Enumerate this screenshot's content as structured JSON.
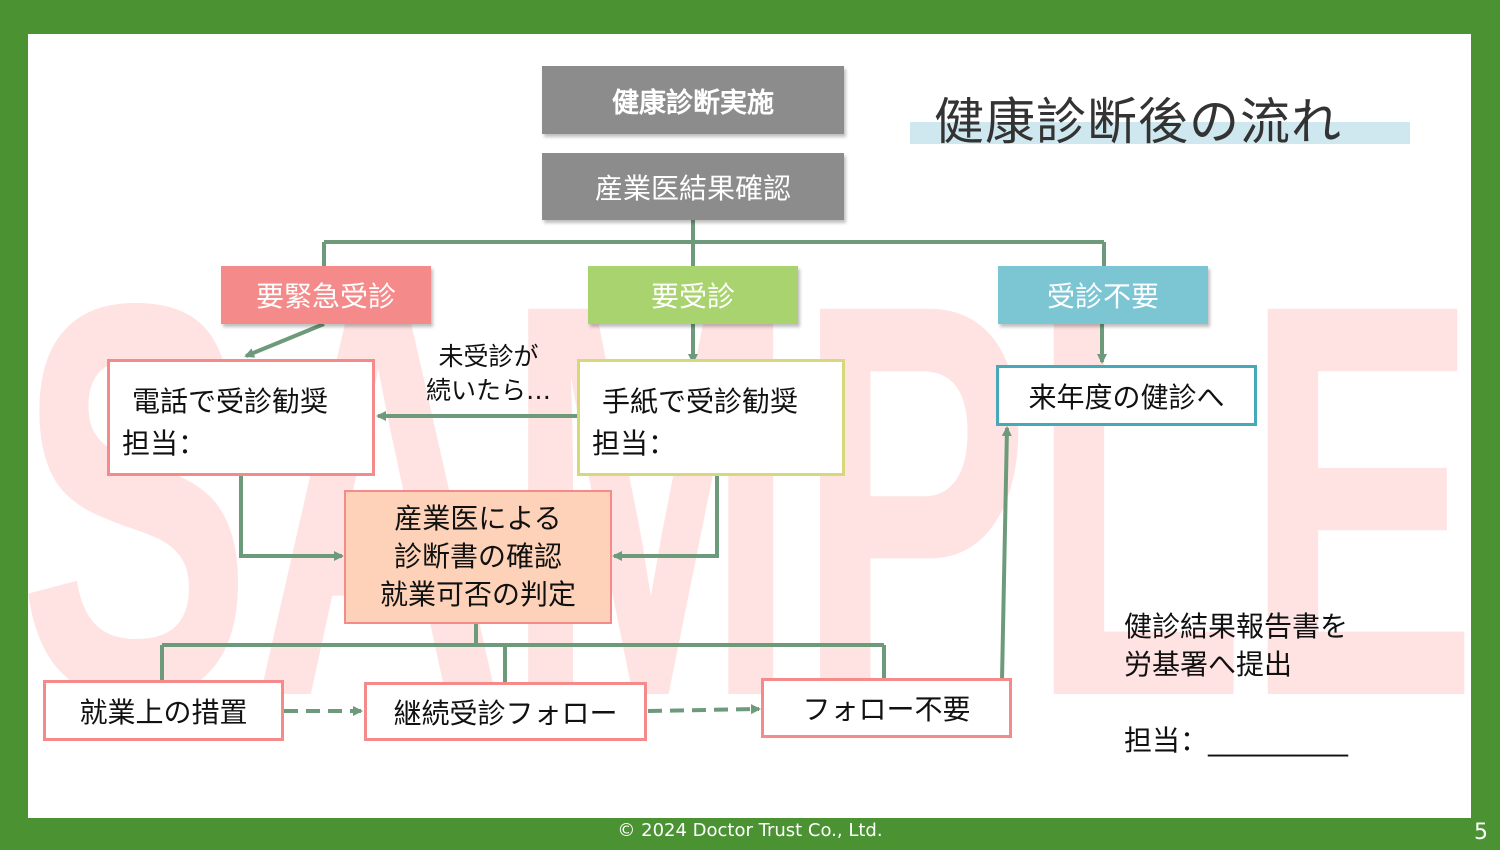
{
  "title": "健康診断後の流れ",
  "watermark": "SAMPLE",
  "boxes": {
    "exam": "健康診断実施",
    "doctor_check": "産業医結果確認",
    "urgent": "要緊急受診",
    "needs": "要受診",
    "not_needed": "受診不要",
    "phone_line1": "電話で受診勧奨",
    "phone_line2": "担当：",
    "letter_line1": "手紙で受診勧奨",
    "letter_line2": "担当：",
    "next_year": "来年度の健診へ",
    "judgment_line1": "産業医による",
    "judgment_line2": "診断書の確認",
    "judgment_line3": "就業可否の判定",
    "work_measures": "就業上の措置",
    "followup": "継続受診フォロー",
    "no_followup": "フォロー不要"
  },
  "annotations": {
    "not_visited_1": "未受診が",
    "not_visited_2": "続いたら…"
  },
  "report": {
    "line1": "健診結果報告書を",
    "line2": "労基署へ提出",
    "line3": "担当：__________"
  },
  "footer": "© 2024 Doctor Trust Co., Ltd.",
  "page_number": "5",
  "colors": {
    "frame": "#4a9232",
    "gray": "#8c8c8c",
    "urgent": "#f48a8a",
    "needs": "#a9d36e",
    "not_needed": "#7cc6d4",
    "arrow": "#6e9a7c"
  }
}
